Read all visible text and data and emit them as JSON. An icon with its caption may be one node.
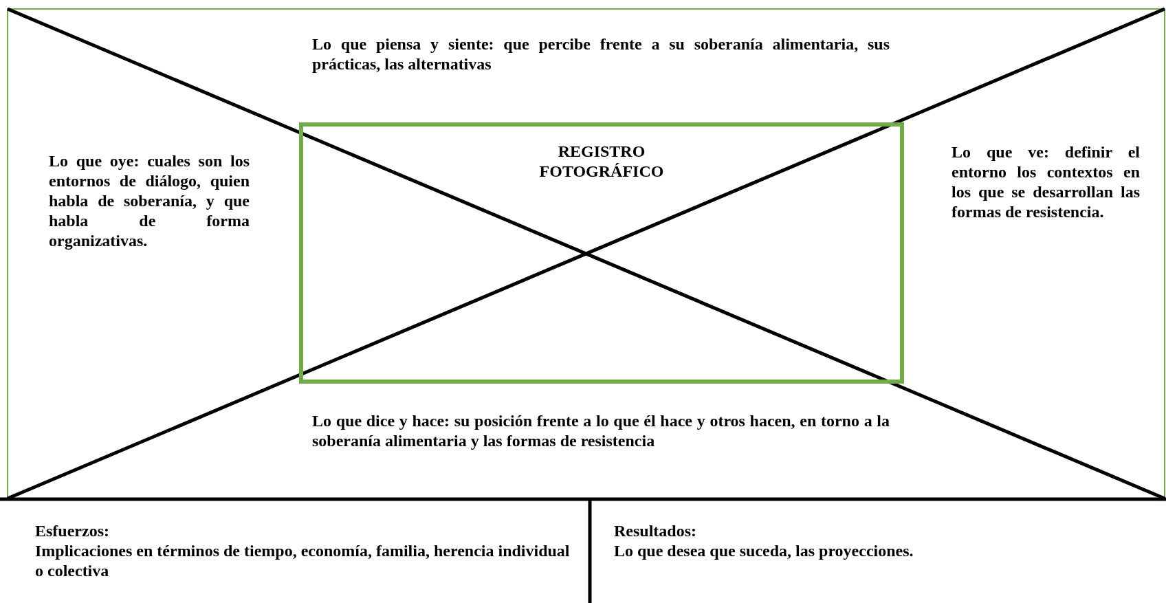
{
  "diagram": {
    "nodes": [
      {
        "text": [
          "Lo que piensa y siente: que percibe frente a su soberanía alimentaria, sus prácticas, las alternativas"
        ]
      },
      {
        "text": [
          "Lo que oye: cuales son los entornos de diálogo, quien habla de soberanía, y que habla de forma organizativas."
        ]
      },
      {
        "text": [
          "REGISTRO FOTOGRÁFICO"
        ]
      },
      {
        "text": [
          "Lo que ve: definir el entorno los contextos en los que se desarrollan las formas de resistencia."
        ]
      },
      {
        "text": [
          "Lo que dice y hace: su posición frente a lo que él hace y otros hacen, en torno a la soberanía alimentaria y las formas de resistencia"
        ]
      },
      {
        "text": [
          "Esfuerzos:",
          "Implicaciones en términos de tiempo, economía, familia, herencia individual o colectiva"
        ]
      },
      {
        "text": [
          "Resultados:",
          "Lo que desea que suceda, las proyecciones."
        ]
      }
    ],
    "edges": []
  }
}
